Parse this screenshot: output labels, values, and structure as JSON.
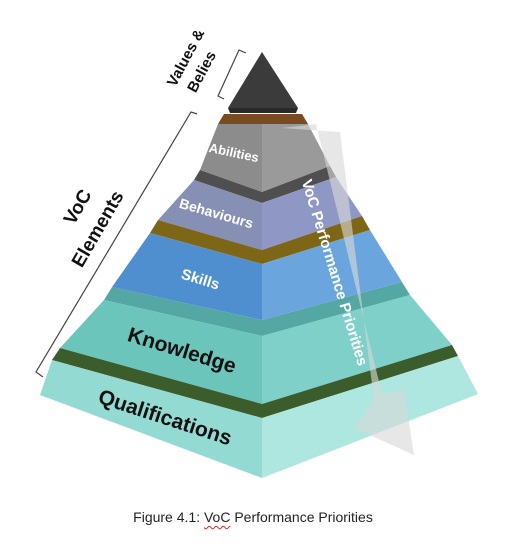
{
  "diagram": {
    "bracket_top_label": [
      "Values &",
      "Belies"
    ],
    "bracket_side_label": [
      "VoC",
      "Elements"
    ],
    "arrow_label": "VoC Performance Priorities",
    "tiers": [
      {
        "key": "abilities",
        "label": "Abilities"
      },
      {
        "key": "behaviours",
        "label": "Behaviours"
      },
      {
        "key": "skills",
        "label": "Skills"
      },
      {
        "key": "knowledge",
        "label": "Knowledge"
      },
      {
        "key": "qualifications",
        "label": "Qualifications"
      }
    ],
    "colors": {
      "apex": "#3b3b3b",
      "abilities": "#8d8d8d",
      "behaviours": "#8791b9",
      "skills": "#5b97d3",
      "knowledge": "#73c9c0",
      "qualifications": "#9fe0d9",
      "band_brown": "#7a4a20",
      "band_gray": "#4f4f4f",
      "band_olive": "#7d6716",
      "band_teal": "#54a7a2",
      "band_green": "#3a5d2b",
      "arrow": "#d9d9d9"
    }
  },
  "caption": {
    "prefix": "Figure 4.1: ",
    "underlined": "VoC",
    "suffix": " Performance Priorities"
  }
}
